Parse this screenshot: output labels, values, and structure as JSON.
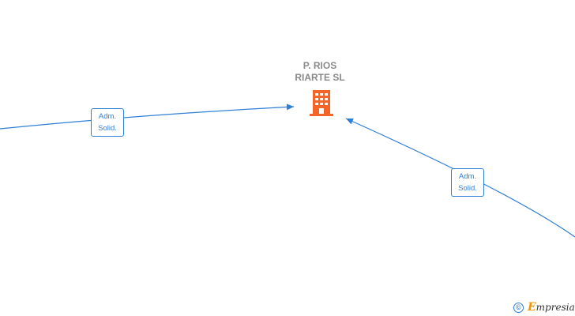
{
  "company": {
    "name": "P. RIOS\nRIARTE  SL",
    "icon": "building-icon",
    "icon_color": "#f4652a"
  },
  "edges": [
    {
      "label_line1": "Adm.",
      "label_line2": "Solid."
    },
    {
      "label_line1": "Adm.",
      "label_line2": "Solid."
    }
  ],
  "colors": {
    "edge": "#2f7fd6",
    "label_text": "#2f7fd6",
    "company_text": "#8a8a8a",
    "brand_accent": "#f29400"
  },
  "brand": {
    "copyright": "©",
    "initial": "E",
    "rest": "mpresia"
  }
}
